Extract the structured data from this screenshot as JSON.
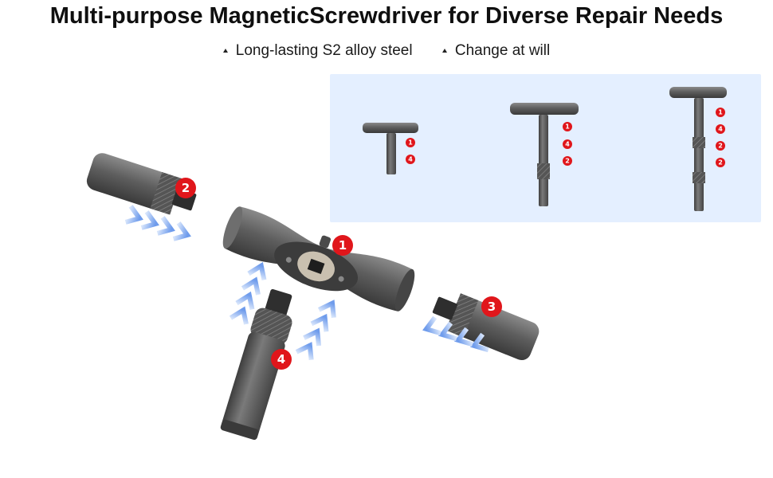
{
  "header": {
    "title": "Multi-purpose MagneticScrewdriver for Diverse Repair Needs"
  },
  "features": [
    {
      "label": "Long-lasting S2 alloy steel"
    },
    {
      "label": "Change at will"
    }
  ],
  "parts": [
    {
      "number": "1"
    },
    {
      "number": "2"
    },
    {
      "number": "3"
    },
    {
      "number": "4"
    }
  ],
  "configurations": [
    {
      "numbers": [
        "1",
        "4"
      ]
    },
    {
      "numbers": [
        "1",
        "4",
        "2"
      ]
    },
    {
      "numbers": [
        "1",
        "4",
        "2",
        "2"
      ]
    }
  ],
  "colors": {
    "badge": "#e0161b",
    "panel": "#e4efff",
    "arrow": "#7fa8f0",
    "metal": "#5a5a5a"
  }
}
